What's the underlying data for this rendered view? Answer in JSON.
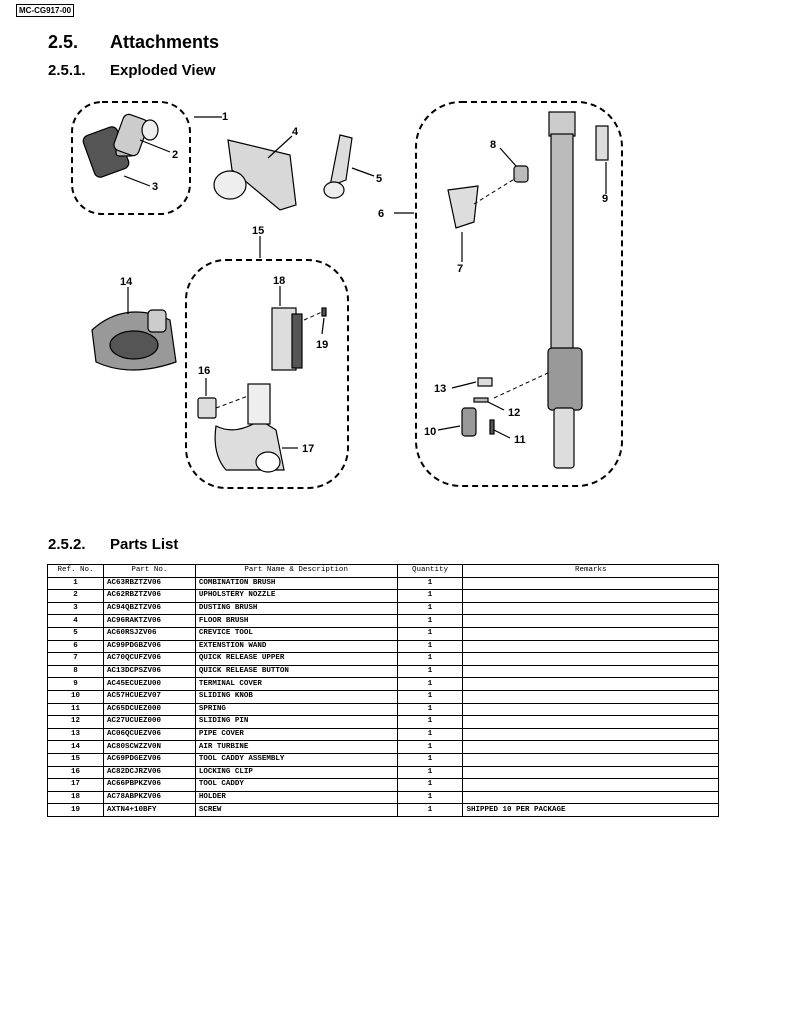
{
  "doc_code": "MC-CG917-00",
  "section": {
    "number": "2.5.",
    "title": "Attachments"
  },
  "subsections": [
    {
      "number": "2.5.1.",
      "title": "Exploded View"
    },
    {
      "number": "2.5.2.",
      "title": "Parts List"
    }
  ],
  "diagram_callouts": [
    "1",
    "2",
    "3",
    "4",
    "5",
    "6",
    "7",
    "8",
    "9",
    "10",
    "11",
    "12",
    "13",
    "14",
    "15",
    "16",
    "17",
    "18",
    "19"
  ],
  "table": {
    "headers": [
      "Ref. No.",
      "Part No.",
      "Part Name & Description",
      "Quantity",
      "Remarks"
    ],
    "rows": [
      [
        "1",
        "AC63RBZTZV06",
        "COMBINATION BRUSH",
        "1",
        ""
      ],
      [
        "2",
        "AC62RBZTZV06",
        "UPHOLSTERY NOZZLE",
        "1",
        ""
      ],
      [
        "3",
        "AC94QBZTZV06",
        "DUSTING BRUSH",
        "1",
        ""
      ],
      [
        "4",
        "AC96RAKTZV06",
        "FLOOR BRUSH",
        "1",
        ""
      ],
      [
        "5",
        "AC60RSJZV06",
        "CREVICE TOOL",
        "1",
        ""
      ],
      [
        "6",
        "AC99PDGBZV06",
        "EXTENSTION WAND",
        "1",
        ""
      ],
      [
        "7",
        "AC70QCUFZV06",
        "QUICK RELEASE UPPER",
        "1",
        ""
      ],
      [
        "8",
        "AC13DCPSZV06",
        "QUICK RELEASE BUTTON",
        "1",
        ""
      ],
      [
        "9",
        "AC45ECUEZU00",
        "TERMINAL COVER",
        "1",
        ""
      ],
      [
        "10",
        "AC57HCUEZV07",
        "SLIDING KNOB",
        "1",
        ""
      ],
      [
        "11",
        "AC65DCUEZ000",
        "SPRING",
        "1",
        ""
      ],
      [
        "12",
        "AC27UCUEZ000",
        "SLIDING PIN",
        "1",
        ""
      ],
      [
        "13",
        "AC06QCUEZV06",
        "PIPE COVER",
        "1",
        ""
      ],
      [
        "14",
        "AC80SCWZZV0N",
        "AIR TURBINE",
        "1",
        ""
      ],
      [
        "15",
        "AC69PDGEZV06",
        "TOOL CADDY ASSEMBLY",
        "1",
        ""
      ],
      [
        "16",
        "AC82DCJRZV06",
        "LOCKING CLIP",
        "1",
        ""
      ],
      [
        "17",
        "AC66PBPKZV06",
        "TOOL CADDY",
        "1",
        ""
      ],
      [
        "18",
        "AC78ABPKZV06",
        "HOLDER",
        "1",
        ""
      ],
      [
        "19",
        "AXTN4+10BFY",
        "SCREW",
        "1",
        "SHIPPED 10 PER PACKAGE"
      ]
    ]
  }
}
